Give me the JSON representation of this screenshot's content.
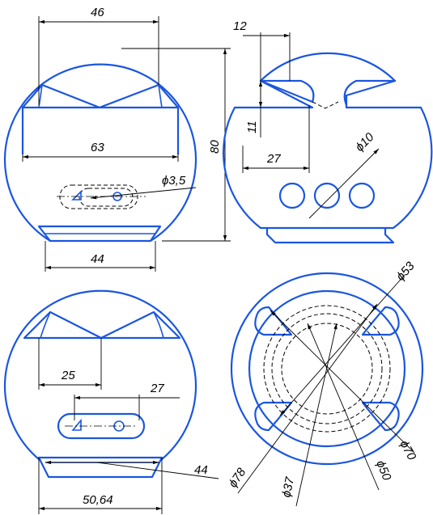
{
  "drawing": {
    "line_color": "#1a56e0",
    "dimension_color": "#000000"
  },
  "views": {
    "top_left": {
      "dim_width_top": "46",
      "dim_width_mid": "63",
      "dim_height": "80",
      "dim_hole": "ϕ3,5",
      "dim_width_bottom": "44"
    },
    "top_right": {
      "dim_12": "12",
      "dim_11": "11",
      "dim_27": "27",
      "dim_hole": "ϕ10"
    },
    "bottom_left": {
      "dim_25": "25",
      "dim_27": "27",
      "dim_44": "44",
      "dim_50_64": "50,64"
    },
    "bottom_right": {
      "dim_53": "ϕ53",
      "dim_70": "ϕ70",
      "dim_50": "ϕ50",
      "dim_37": "ϕ37",
      "dim_78": "ϕ78"
    }
  }
}
